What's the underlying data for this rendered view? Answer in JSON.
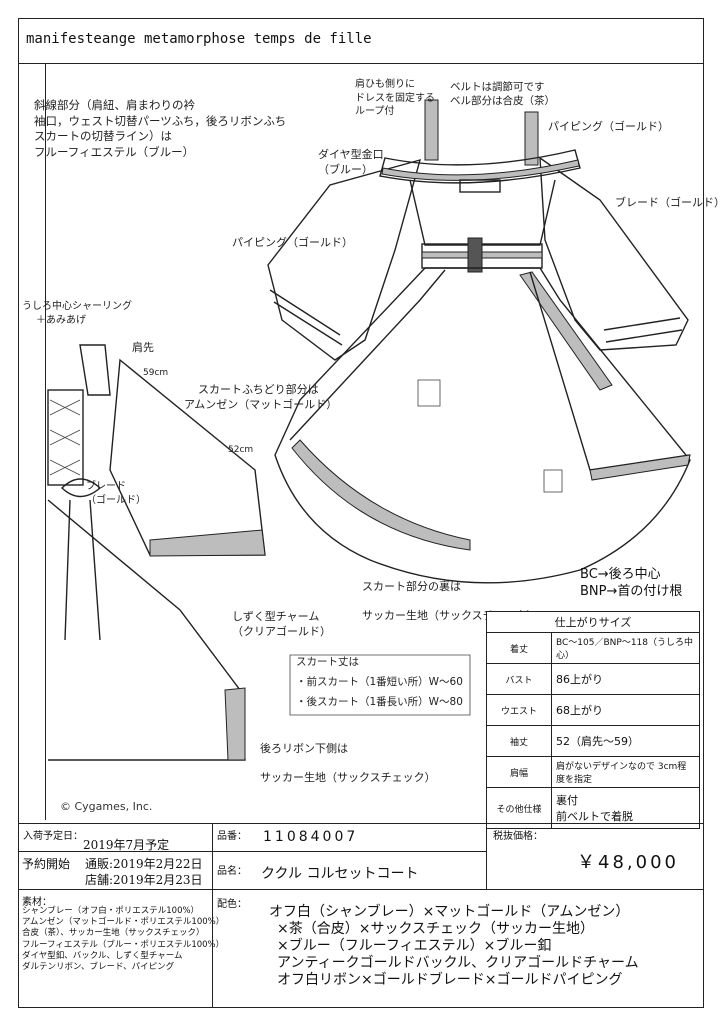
{
  "header": {
    "title": "manifesteange metamorphose temps de fille"
  },
  "notes": {
    "top_left": [
      "斜線部分（肩紐、肩まわりの衿",
      "袖口，ウェスト切替パーツふち，後ろリボンふち",
      "スカートの切替ライン）は",
      "フルーフィエステル（ブルー）"
    ],
    "loop": [
      "肩ひも側りに",
      "ドレスを固定する",
      "ループ付"
    ],
    "belt": [
      "ベルトは調節可です",
      "ベル部分は合皮（茶）"
    ],
    "piping_top": "パイピング（ゴールド）",
    "diamond": [
      "ダイヤ型金口",
      "（ブルー）"
    ],
    "braid_right": "ブレード（ゴールド）",
    "piping_left": "パイピング（ゴールド）",
    "lace": [
      "うしろ中心シャーリング",
      "＋あみあげ"
    ],
    "shoulder": "肩先",
    "m59": "59cm",
    "m52": "52cm",
    "skirt_edge": [
      "スカートふちどり部分は",
      "アムンゼン（マットゴールド）"
    ],
    "braid_left": [
      "ブレード",
      "（ゴールド）"
    ],
    "drop_charm": [
      "しずく型チャーム",
      "（クリアゴールド）"
    ],
    "skirt_back": [
      "スカート部分の裏は",
      "サッカー生地（サックスチェック）"
    ],
    "skirt_len": [
      "スカート丈は",
      "・前スカート（1番短い所）W～60",
      "・後スカート（1番長い所）W～80"
    ],
    "ribbon_back": [
      "後ろリボン下側は",
      "サッカー生地（サックスチェック）"
    ],
    "legend": [
      "BC→後ろ中心",
      "BNP→首の付け根"
    ]
  },
  "sizes": {
    "title": "仕上がりサイズ",
    "rows": [
      {
        "label": "着丈",
        "value": "BC～105／BNP～118（うしろ中心）"
      },
      {
        "label": "バスト",
        "value": "86上がり"
      },
      {
        "label": "ウエスト",
        "value": "68上がり"
      },
      {
        "label": "袖丈",
        "value": "52（肩先～59）"
      },
      {
        "label": "肩幅",
        "value": "肩がないデザインなので 3cm程度を指定"
      },
      {
        "label": "その他仕様",
        "value": "裏付\n前ベルトで着脱"
      }
    ]
  },
  "copyright": "© Cygames, Inc.",
  "info": {
    "arrival_label": "入荷予定日：",
    "arrival_value": "2019年7月予定",
    "product_no_label": "品番：",
    "product_no_value": "11084007",
    "price_label": "税抜価格：",
    "price_value": "￥48,000",
    "reservation_label": "予約開始",
    "reservation_online": "通販:2019年2月22日",
    "reservation_store": "店舗:2019年2月23日",
    "product_name_label": "品名：",
    "product_name_value": "ククル コルセットコート",
    "materials_label": "素材：",
    "materials": [
      "シャンブレー（オフ白・ポリエステル100%）",
      "アムンゼン（マットゴールド・ポリエステル100%）",
      "合皮（茶）、サッカー生地（サックスチェック）",
      "フルーフィエステル（ブルー・ポリエステル100%）",
      "ダイヤ型釦、バックル、しずく型チャーム",
      "ダルテンリボン、ブレード、パイピング"
    ],
    "colors_label": "配色：",
    "colors": [
      "オフ白（シャンブレー）×マットゴールド（アムンゼン）",
      "×茶（合皮）×サックスチェック（サッカー生地）",
      "×ブルー（フルーフィエステル）×ブルー釦",
      "アンティークゴールドバックル、クリアゴールドチャーム",
      "オフ白リボン×ゴールドブレード×ゴールドパイピング"
    ]
  }
}
